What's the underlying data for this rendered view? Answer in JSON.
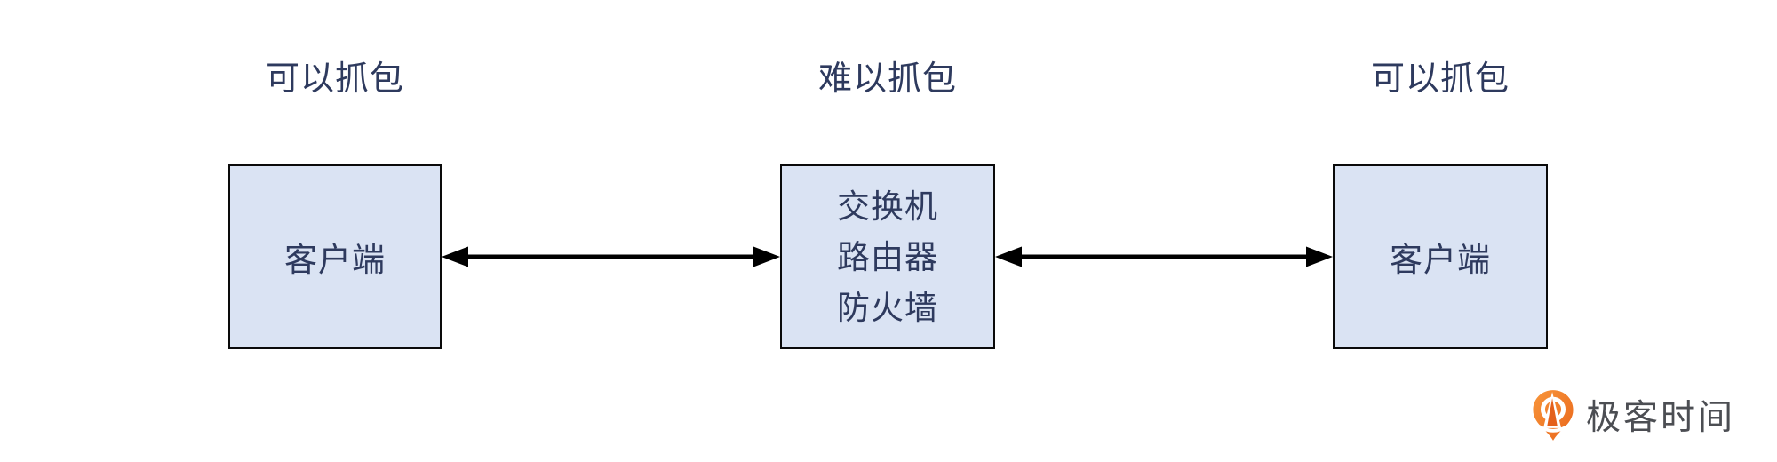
{
  "colors": {
    "node_fill": "#dae3f3",
    "node_border": "#0a0a0a",
    "text_navy": "#2e3a5e",
    "arrow": "#000000",
    "logo_orange": "#ee7018",
    "logo_gray": "#4c4e53"
  },
  "diagram": {
    "captions": [
      {
        "text": "可以抓包"
      },
      {
        "text": "难以抓包"
      },
      {
        "text": "可以抓包"
      }
    ],
    "nodes": {
      "left": {
        "label": "客户端"
      },
      "middle": {
        "lines": [
          "交换机",
          "路由器",
          "防火墙"
        ]
      },
      "right": {
        "label": "客户端"
      }
    },
    "links": [
      {
        "from": "client-left",
        "to": "middleboxes",
        "style": "double-arrow"
      },
      {
        "from": "middleboxes",
        "to": "client-right",
        "style": "double-arrow"
      }
    ]
  },
  "branding": {
    "logo_icon": "geektime-pin-icon",
    "logo_text": "极客时间"
  }
}
